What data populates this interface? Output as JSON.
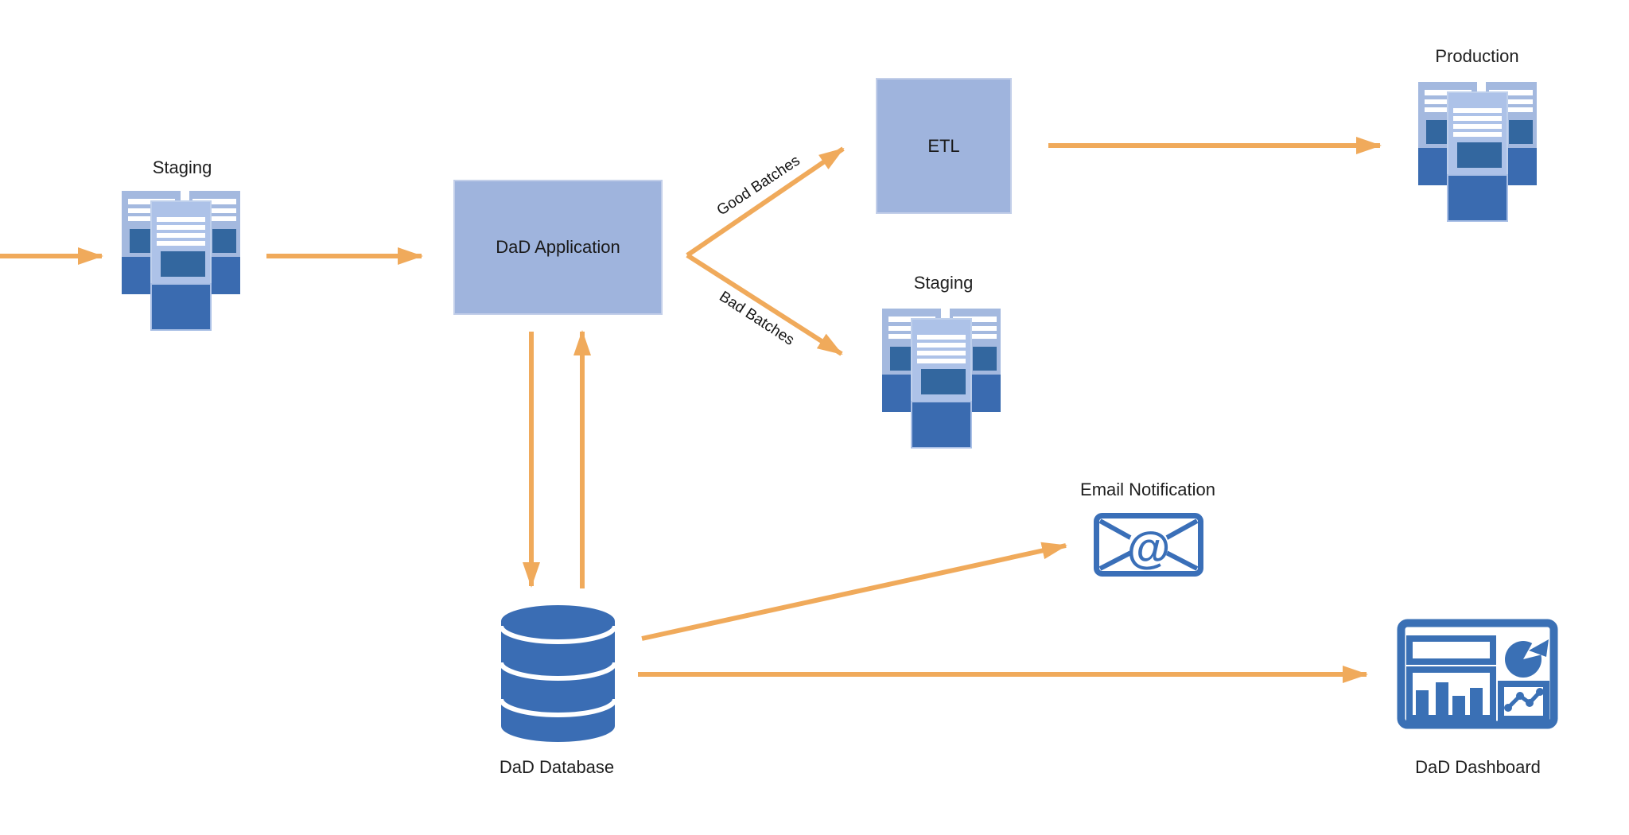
{
  "diagram": {
    "description": "DaD data flow diagram",
    "colors": {
      "arrow_orange": "#F0AA5B",
      "process_box_fill": "#9FB4DD",
      "icon_dark_blue": "#3A6CB0",
      "icon_mid_blue": "#33679F",
      "icon_light_blue": "#A4BAE0",
      "icon_front_light_blue": "#ADC2E8",
      "outline_blue": "#3A6FB8",
      "text": "#1F1F1F"
    }
  },
  "nodes": {
    "staging_source": {
      "label": "Staging",
      "icon": "tables-stack-icon"
    },
    "dad_application": {
      "label": "DaD Application",
      "icon": "process-box"
    },
    "etl": {
      "label": "ETL",
      "icon": "process-box"
    },
    "production": {
      "label": "Production",
      "icon": "tables-stack-icon"
    },
    "staging_rejected": {
      "label": "Staging",
      "icon": "tables-stack-icon"
    },
    "dad_database": {
      "label": "DaD Database",
      "icon": "database-cylinder-icon"
    },
    "email_notification": {
      "label": "Email Notification",
      "icon": "envelope-at-icon"
    },
    "dad_dashboard": {
      "label": "DaD Dashboard",
      "icon": "dashboard-chart-icon"
    }
  },
  "edges": {
    "source_in": {
      "from": "external",
      "to": "staging_source",
      "label": ""
    },
    "staging_to_app": {
      "from": "staging_source",
      "to": "dad_application",
      "label": ""
    },
    "good": {
      "from": "dad_application",
      "to": "etl",
      "label": "Good Batches"
    },
    "bad": {
      "from": "dad_application",
      "to": "staging_rejected",
      "label": "Bad Batches"
    },
    "etl_to_prod": {
      "from": "etl",
      "to": "production",
      "label": ""
    },
    "app_to_db": {
      "from": "dad_application",
      "to": "dad_database",
      "label": ""
    },
    "db_to_app": {
      "from": "dad_database",
      "to": "dad_application",
      "label": ""
    },
    "db_to_email": {
      "from": "dad_database",
      "to": "email_notification",
      "label": ""
    },
    "db_to_dashboard": {
      "from": "dad_database",
      "to": "dad_dashboard",
      "label": ""
    }
  }
}
